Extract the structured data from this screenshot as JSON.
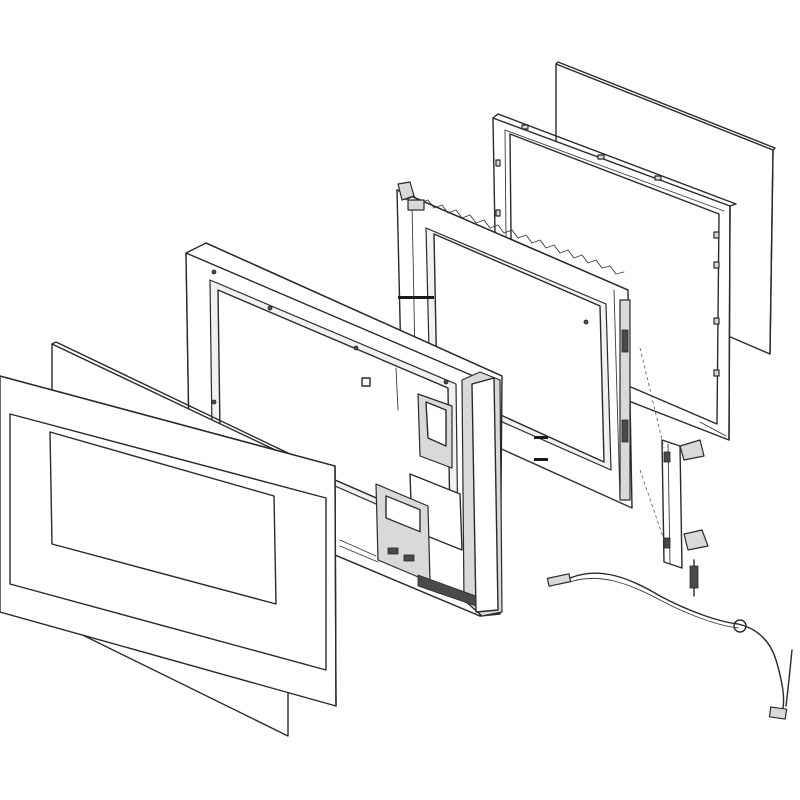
{
  "diagram": {
    "parts": [
      {
        "id": "back-glass-panel",
        "icon": "glass-panel"
      },
      {
        "id": "choke-frame",
        "icon": "frame"
      },
      {
        "id": "inner-door-frame",
        "icon": "door-frame"
      },
      {
        "id": "door-outer-assembly",
        "icon": "door-body"
      },
      {
        "id": "front-glass-panel",
        "icon": "glass-panel"
      },
      {
        "id": "front-door-frame",
        "icon": "frame"
      },
      {
        "id": "hinge-bracket",
        "icon": "bracket"
      },
      {
        "id": "spring",
        "icon": "spring"
      },
      {
        "id": "cable-harness",
        "icon": "cable"
      }
    ],
    "colors": {
      "line": "#2a2a2a",
      "fill": "#ffffff",
      "shade": "#d9d9d9",
      "background": "#ffffff"
    }
  }
}
